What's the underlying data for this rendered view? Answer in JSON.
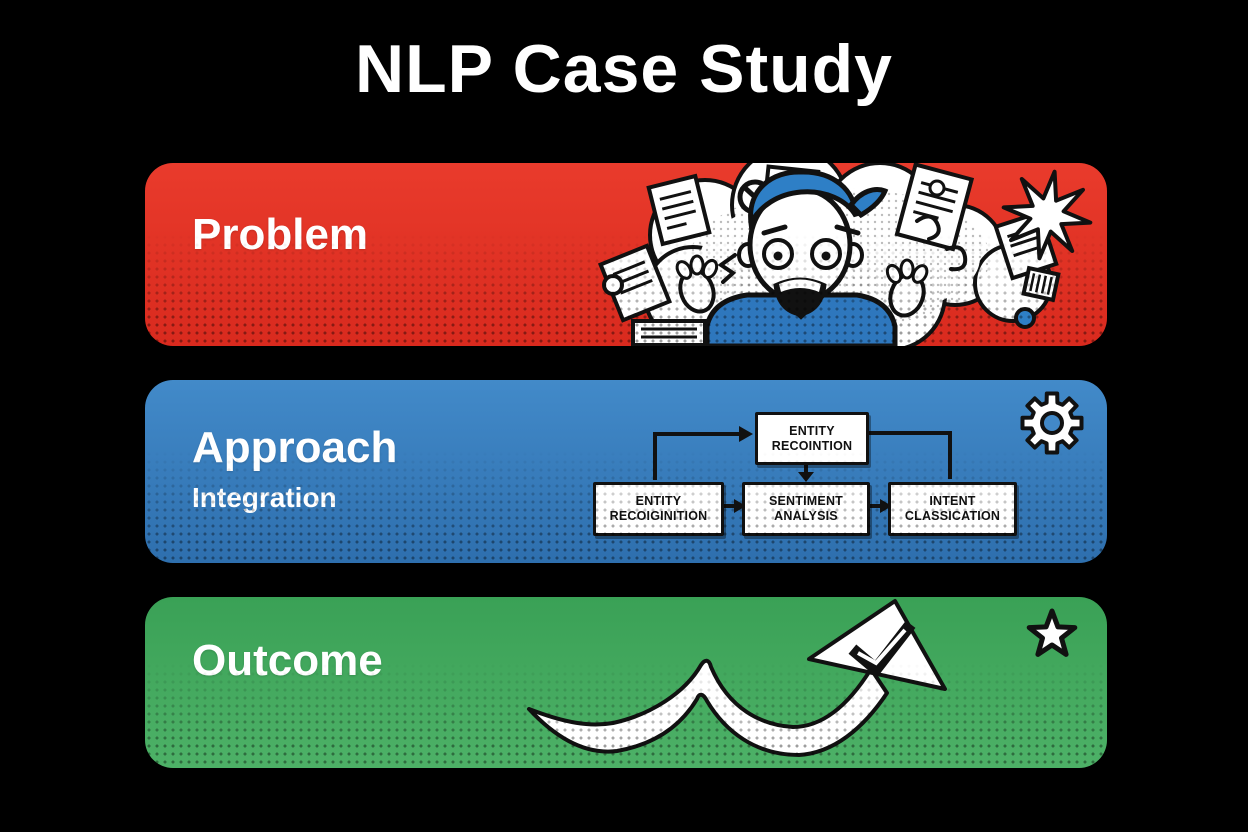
{
  "title": "NLP Case Study",
  "sections": {
    "problem": {
      "label": "Problem"
    },
    "approach": {
      "label": "Approach",
      "sublabel": "Integration"
    },
    "outcome": {
      "label": "Outcome"
    }
  },
  "flowchart": {
    "nodes": {
      "top": {
        "label": "ENTITY\nRECOINTION"
      },
      "left": {
        "label": "ENTITY\nRECOIGINITION"
      },
      "middle": {
        "label": "SENTIMENT\nANALYSIS"
      },
      "right": {
        "label": "INTENT\nCLASSICATION"
      }
    },
    "edges": [
      {
        "from": "left",
        "to": "top",
        "arrowhead": true
      },
      {
        "from": "top",
        "to": "middle",
        "arrowhead": true
      },
      {
        "from": "top",
        "to": "right",
        "arrowhead": false
      },
      {
        "from": "left",
        "to": "middle",
        "arrowhead": true
      },
      {
        "from": "middle",
        "to": "right",
        "arrowhead": true
      }
    ]
  },
  "icons": {
    "gear-icon": "⚙",
    "star-icon": "★",
    "starburst-icon": "✦",
    "check-icon": "✓",
    "growth-arrow-icon": "➚",
    "prohibition-icon": "🚫"
  },
  "colors": {
    "background": "#000000",
    "problem_red": "#e23428",
    "approach_blue": "#3c87c5",
    "outcome_green": "#3fa259",
    "text_white": "#ffffff",
    "line_black": "#111111"
  }
}
